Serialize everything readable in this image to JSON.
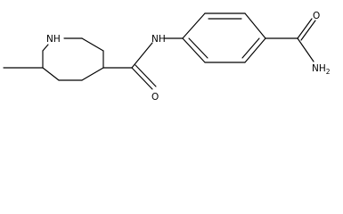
{
  "structure": {
    "atoms": {
      "nh_ring": "NH",
      "nh_amide": "NH",
      "o_amide": "O",
      "o_carbamoyl": "O",
      "nh2": {
        "main": "NH",
        "subscript": "2"
      }
    },
    "colors": {
      "bond": "#000000",
      "label": "#000000",
      "background": "#ffffff"
    }
  }
}
